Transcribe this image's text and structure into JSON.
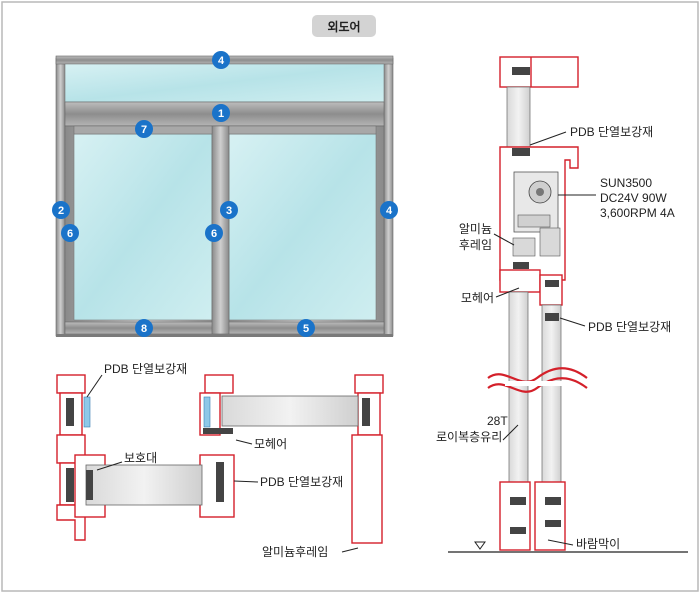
{
  "title": "외도어",
  "colors": {
    "badge": "#1a73c9",
    "profile_red": "#d4202a",
    "glass": "#bde7ea",
    "frame_gray": "#9a9a9a"
  },
  "badges": {
    "b4_top": "4",
    "b1": "1",
    "b7": "7",
    "b2": "2",
    "b6_left": "6",
    "b3": "3",
    "b6_mid": "6",
    "b4_right": "4",
    "b8": "8",
    "b5": "5"
  },
  "labels": {
    "pdb_top_right": "PDB 단열보강재",
    "motor_line1": "SUN3500",
    "motor_line2": "DC24V 90W",
    "motor_line3": "3,600RPM 4A",
    "alum_frame_line1": "알미늄",
    "alum_frame_line2": "후레임",
    "mohair_right": "모헤어",
    "pdb_mid_right": "PDB 단열보강재",
    "glass_line1": "28T",
    "glass_line2": "로이복층유리",
    "wind_stop": "바람막이",
    "pdb_bottom_left": "PDB 단열보강재",
    "mohair_bottom": "모헤어",
    "protector": "보호대",
    "pdb_bottom_mid": "PDB 단열보강재",
    "alum_frame_bottom": "알미늄후레임"
  }
}
